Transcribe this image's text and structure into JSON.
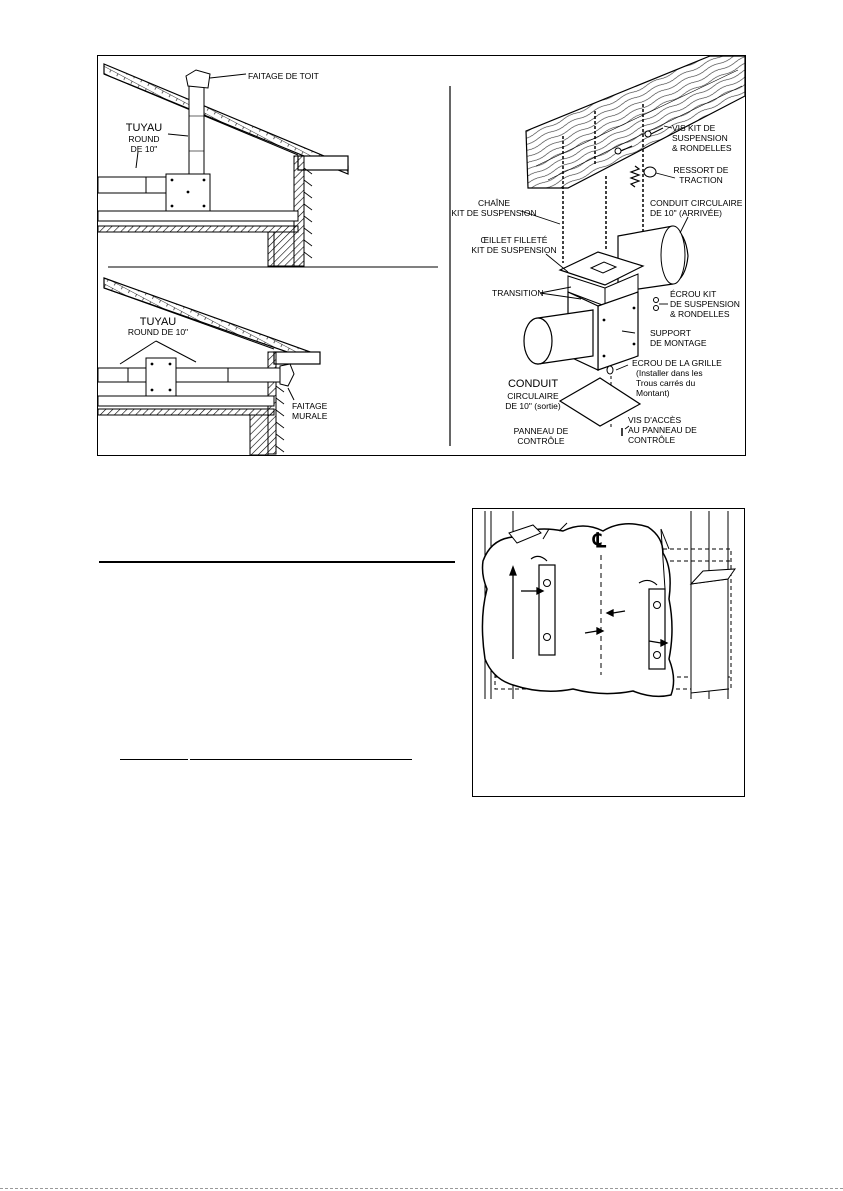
{
  "top_figure": {
    "roof_cap": "FAITAGE DE TOIT",
    "pipe_top": [
      "TUYAU",
      "ROUND",
      "DE 10\""
    ],
    "pipe_bottom": [
      "TUYAU",
      "ROUND DE 10\""
    ],
    "wall_cap": [
      "FAITAGE",
      "MURALE"
    ],
    "screws": [
      "VIS KIT DE",
      "SUSPENSION",
      "& RONDELLES"
    ],
    "spring": [
      "RESSORT DE",
      "TRACTION"
    ],
    "chain": [
      "CHAÎNE",
      "KIT DE SUSPENSION"
    ],
    "duct_in": [
      "CONDUIT CIRCULAIRE",
      "DE 10\" (ARRIVÉE)"
    ],
    "eyelet": [
      "ŒILLET FILLETÉ",
      "KIT DE SUSPENSION"
    ],
    "nut_kit": [
      "ÉCROU KIT",
      "DE SUSPENSION",
      "& RONDELLES"
    ],
    "transition": "TRANSITION",
    "bracket": [
      "SUPPORT",
      "DE MONTAGE"
    ],
    "duct_out": [
      "CONDUIT",
      "CIRCULAIRE",
      "DE 10\" (sortie)"
    ],
    "grille_nut": [
      "ECROU DE LA GRILLE",
      "(Installer dans les",
      "Trous carrés du",
      "Montant)"
    ],
    "access_screws": [
      "VIS D'ACCÈS",
      "AU PANNEAU DE",
      "CONTRÔLE"
    ],
    "control_panel": [
      "PANNEAU DE",
      "CONTRÔLE"
    ]
  },
  "bottom_figure": {
    "centerline_symbol": "℄"
  }
}
